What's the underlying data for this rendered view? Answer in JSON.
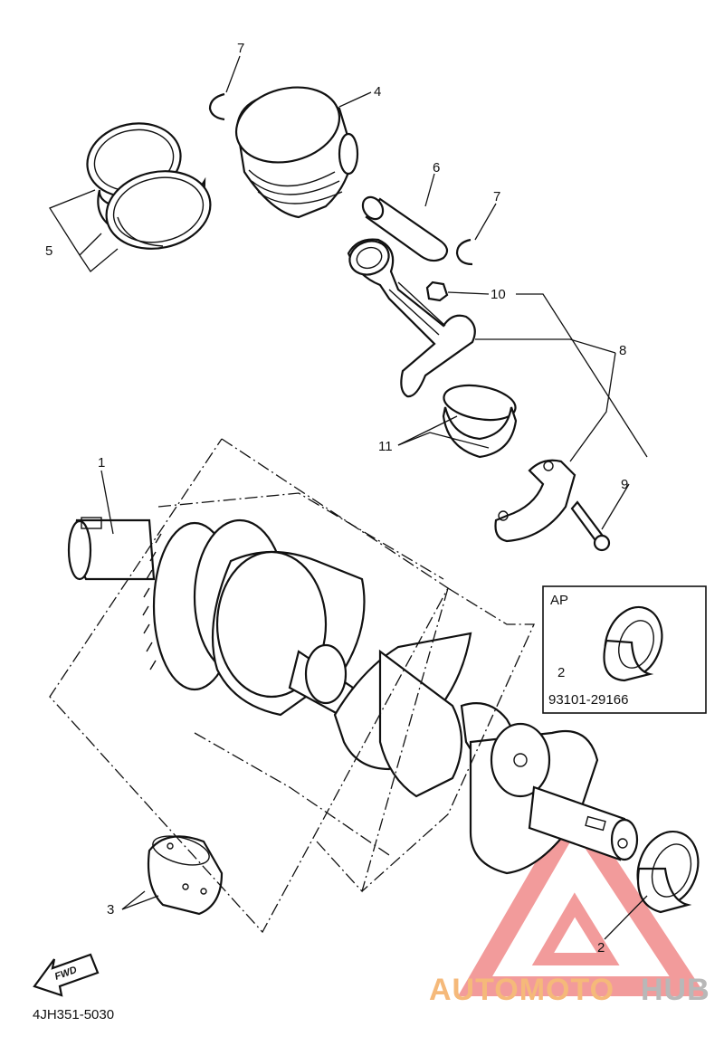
{
  "callouts": {
    "c1": "1",
    "c2_inset": "2",
    "c2_seal": "2",
    "c3": "3",
    "c4": "4",
    "c5": "5",
    "c6": "6",
    "c7_top": "7",
    "c7_right": "7",
    "c8": "8",
    "c9": "9",
    "c10": "10",
    "c11": "11"
  },
  "inset": {
    "title": "AP",
    "part_number": "93101-29166"
  },
  "fwd_label": "FWD",
  "diagram_code": "4JH351-5030",
  "watermark": {
    "part1": "AUTOMOTO",
    "part2": "HUB",
    "color1": "#f5b97a",
    "color2": "#b8b8b8",
    "triangle_color": "#e84a4a"
  }
}
